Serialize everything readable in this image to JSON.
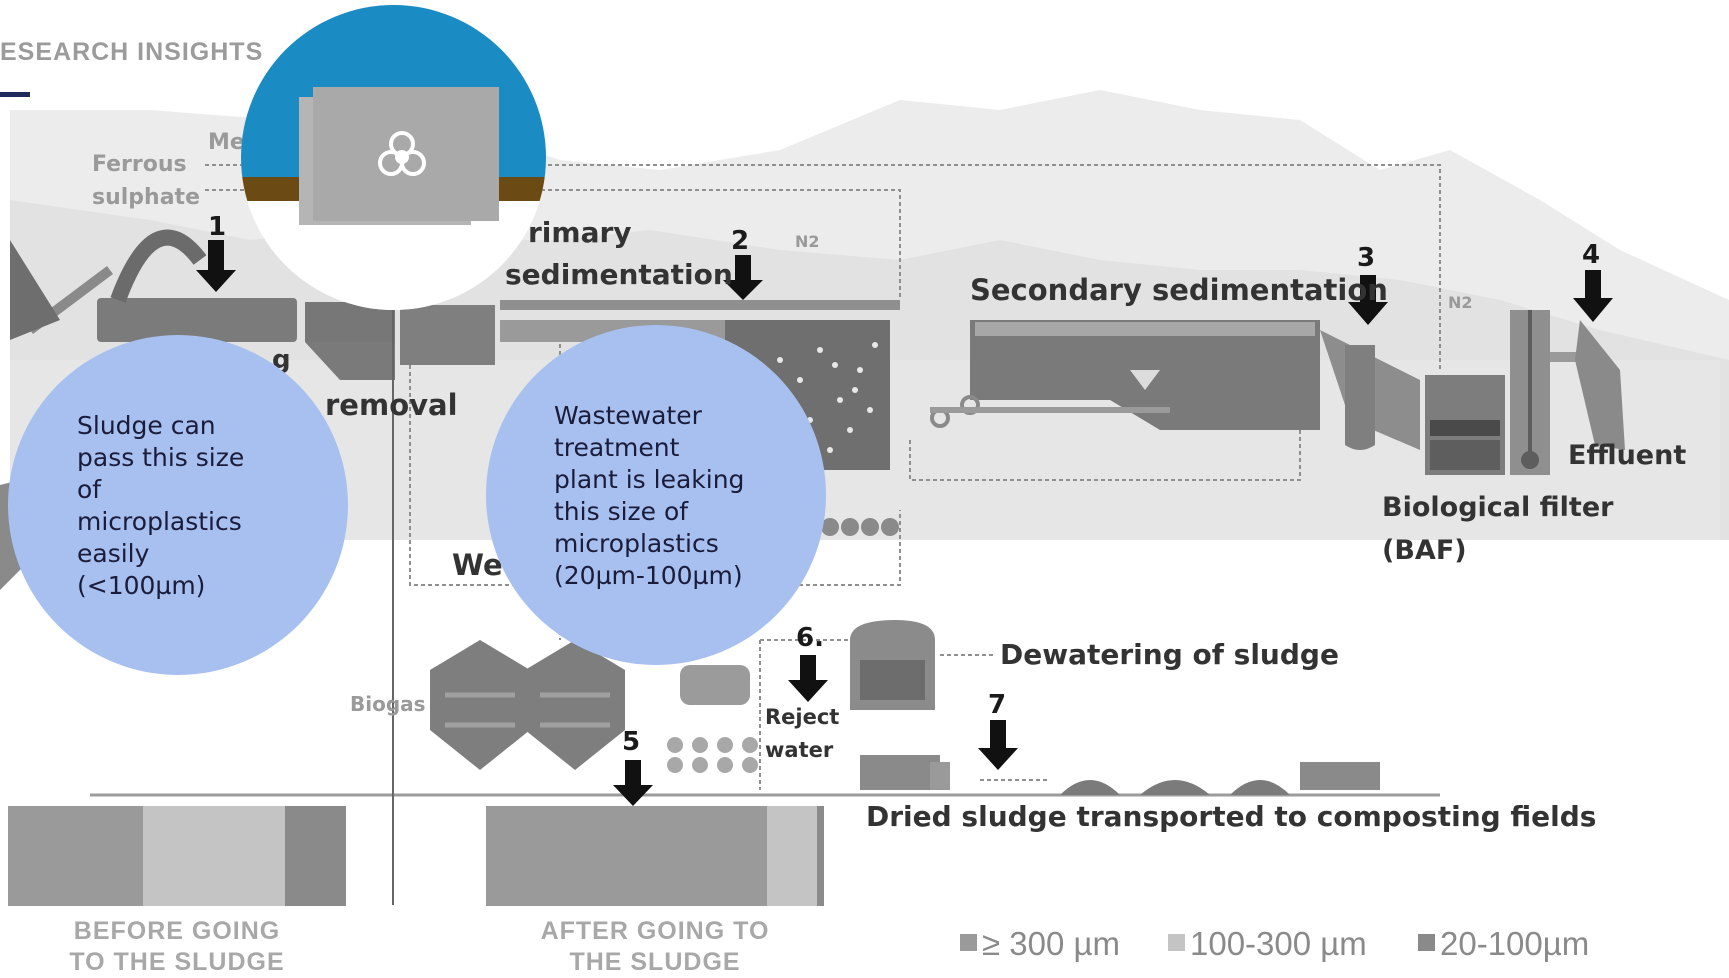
{
  "header": {
    "section_title": "ESEARCH INSIGHTS",
    "accent_color": "#1f2a5a"
  },
  "diagram": {
    "inputs": {
      "ferrous": "Ferrous",
      "sulphate": "sulphate",
      "metal_partial": "Me"
    },
    "stages": {
      "primary_line1": "rimary",
      "primary_line2": "sedimentation",
      "grit_removal": "removal",
      "grit_partial": "g",
      "secondary": "Secondary sedimentation",
      "effluent": "Effluent",
      "bio_filter_line1": "Biological filter",
      "bio_filter_line2": "(BAF)",
      "dewatering": "Dewatering of sludge",
      "reject_line1": "Reject",
      "reject_line2": "water",
      "biogas": "Biogas",
      "dried_sludge": "Dried sludge transported to composting fields",
      "we_partial": "We",
      "n2_a": "N2",
      "n2_b": "N2"
    },
    "sample_points": [
      "1",
      "2",
      "3",
      "4",
      "5",
      "6.",
      "7"
    ]
  },
  "bubbles": {
    "left": [
      "Sludge can",
      "pass this size",
      "of",
      "microplastics",
      "easily",
      "(<100µm)"
    ],
    "right": [
      "Wastewater",
      "treatment",
      "plant is leaking",
      "this size of",
      "microplastics",
      "(20µm-100µm)"
    ]
  },
  "biohazard_icon": "biohazard-icon",
  "captions": {
    "before_line1": "BEFORE GOING",
    "before_line2": "TO THE SLUDGE",
    "after_line1": "AFTER GOING TO",
    "after_line2": "THE SLUDGE"
  },
  "legend": [
    {
      "label": "≥ 300 µm",
      "color": "#9a9a9a"
    },
    {
      "label": "100-300 µm",
      "color": "#c4c4c4"
    },
    {
      "label": "20-100µm",
      "color": "#8a8a8a"
    }
  ],
  "chart_data": {
    "type": "bar",
    "orientation": "horizontal-stacked",
    "series": [
      {
        "name": "≥ 300 µm",
        "color": "#9a9a9a"
      },
      {
        "name": "100-300 µm",
        "color": "#c4c4c4"
      },
      {
        "name": "20-100µm",
        "color": "#8a8a8a"
      }
    ],
    "categories": [
      "BEFORE GOING TO THE SLUDGE",
      "AFTER GOING TO THE SLUDGE"
    ],
    "values_percent": [
      [
        40,
        42,
        18
      ],
      [
        83,
        15,
        2
      ]
    ]
  },
  "colors": {
    "bubble": "#a7c0f0",
    "circle_sky": "#1a8bc3",
    "circle_soil": "#6b4a14"
  }
}
